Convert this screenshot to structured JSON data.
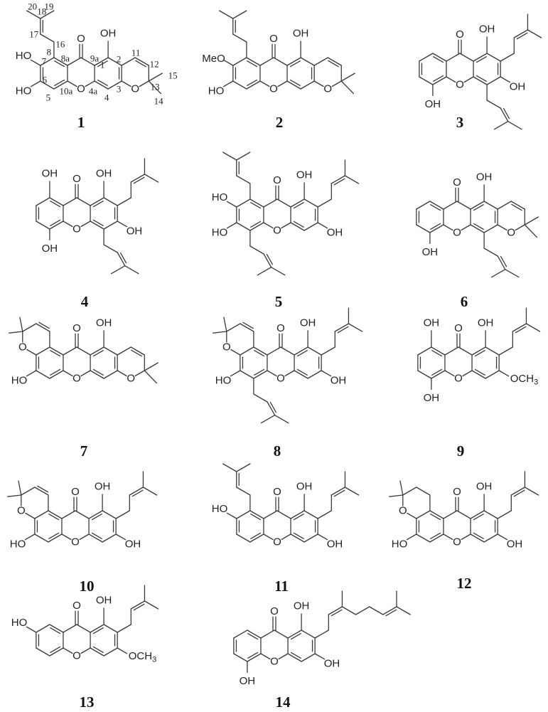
{
  "figure": {
    "type": "chemical-structures",
    "description": "Prenylated xanthones, compounds 1-14",
    "compounds": [
      {
        "id": "1",
        "label": "1",
        "substituents": {
          "1": "OH",
          "6": "OH",
          "7": "OH",
          "8": "prenyl",
          "2,3": "2,2-dimethylpyran (C11-C15)"
        },
        "atom_numbers": [
          "1",
          "2",
          "3",
          "4",
          "4a",
          "5",
          "6",
          "7",
          "8",
          "8a",
          "9a",
          "10a",
          "11",
          "12",
          "13",
          "14",
          "15",
          "16",
          "17",
          "18",
          "19",
          "20"
        ],
        "text_labels": [
          "HO",
          "HO",
          "OH",
          "O",
          "O",
          "O"
        ]
      },
      {
        "id": "2",
        "label": "2",
        "substituents": {
          "1": "OH",
          "6": "OH",
          "7": "MeO",
          "8": "prenyl",
          "2,3": "2,2-dimethylpyran"
        },
        "text_labels": [
          "MeO",
          "HO",
          "OH",
          "O",
          "O",
          "O"
        ]
      },
      {
        "id": "3",
        "label": "3",
        "substituents": {
          "1": "OH",
          "2": "prenyl",
          "3": "OH",
          "4": "prenyl",
          "5": "OH"
        },
        "text_labels": [
          "OH",
          "OH",
          "OH",
          "O",
          "O"
        ]
      },
      {
        "id": "4",
        "label": "4",
        "substituents": {
          "1": "OH",
          "2": "prenyl",
          "3": "OH",
          "4": "prenyl",
          "5": "OH",
          "8": "OH"
        },
        "text_labels": [
          "OH",
          "OH",
          "OH",
          "OH",
          "O",
          "O"
        ]
      },
      {
        "id": "5",
        "label": "5",
        "substituents": {
          "1": "OH",
          "2": "prenyl",
          "3": "OH",
          "5": "prenyl",
          "6": "OH",
          "7": "OH",
          "8": "prenyl"
        },
        "text_labels": [
          "HO",
          "HO",
          "OH",
          "OH",
          "O",
          "O"
        ]
      },
      {
        "id": "6",
        "label": "6",
        "substituents": {
          "1": "OH",
          "5": "OH",
          "4": "prenyl",
          "2,3": "2,2-dimethylpyran"
        },
        "text_labels": [
          "OH",
          "OH",
          "O",
          "O",
          "O"
        ]
      },
      {
        "id": "7",
        "label": "7",
        "substituents": {
          "1": "OH",
          "6": "OH",
          "2,3": "2,2-dimethylpyran",
          "7,8": "2,2-dimethylpyran"
        },
        "text_labels": [
          "HO",
          "OH",
          "O",
          "O",
          "O",
          "O"
        ]
      },
      {
        "id": "8",
        "label": "8",
        "substituents": {
          "1": "OH",
          "2": "prenyl",
          "3": "OH",
          "5": "prenyl",
          "6": "OH",
          "7,8": "2,2-dimethylpyran"
        },
        "text_labels": [
          "HO",
          "OH",
          "OH",
          "O",
          "O",
          "O"
        ]
      },
      {
        "id": "9",
        "label": "9",
        "substituents": {
          "1": "OH",
          "2": "prenyl",
          "3": "OCH3",
          "5": "OH",
          "8": "OH"
        },
        "text_labels": [
          "OH",
          "OH",
          "OH",
          "OCH3",
          "O",
          "O"
        ]
      },
      {
        "id": "10",
        "label": "10",
        "substituents": {
          "1": "OH",
          "2": "prenyl",
          "3": "OH",
          "6": "OH",
          "7,8": "2,2-dimethylpyran"
        },
        "text_labels": [
          "HO",
          "OH",
          "OH",
          "O",
          "O",
          "O"
        ]
      },
      {
        "id": "11",
        "label": "11",
        "substituents": {
          "1": "OH",
          "2": "prenyl",
          "3": "OH",
          "7": "OH",
          "8": "prenyl"
        },
        "text_labels": [
          "HO",
          "OH",
          "OH",
          "O",
          "O"
        ]
      },
      {
        "id": "12",
        "label": "12",
        "substituents": {
          "1": "OH",
          "2": "prenyl",
          "3": "OH",
          "6": "OH",
          "7,8": "2,2-dimethyldihydropyran"
        },
        "text_labels": [
          "HO",
          "OH",
          "OH",
          "O",
          "O",
          "O"
        ]
      },
      {
        "id": "13",
        "label": "13",
        "substituents": {
          "1": "OH",
          "2": "prenyl",
          "3": "OCH3",
          "7": "OH"
        },
        "text_labels": [
          "HO",
          "OH",
          "OCH3",
          "O",
          "O"
        ]
      },
      {
        "id": "14",
        "label": "14",
        "substituents": {
          "1": "OH",
          "2": "geranyl",
          "3": "OH",
          "5": "OH"
        },
        "text_labels": [
          "OH",
          "OH",
          "OH",
          "O",
          "O"
        ]
      }
    ]
  },
  "labels": {
    "c1": "1",
    "c2": "2",
    "c3": "3",
    "c4": "4",
    "c5": "5",
    "c6": "6",
    "c7": "7",
    "c8": "8",
    "c9": "9",
    "c10": "10",
    "c11": "11",
    "c12": "12",
    "c13": "13",
    "c14": "14"
  },
  "atoms": {
    "OH": "OH",
    "HO": "HO",
    "O": "O",
    "MeO": "MeO",
    "OCH3": "OCH",
    "sub3": "3"
  },
  "numbering": {
    "n1": "1",
    "n2": "2",
    "n3": "3",
    "n4": "4",
    "n4a": "4a",
    "n5": "5",
    "n6": "6",
    "n7": "7",
    "n8": "8",
    "n8a": "8a",
    "n9a": "9a",
    "n10a": "10a",
    "n11": "11",
    "n12": "12",
    "n13": "13",
    "n14": "14",
    "n15": "15",
    "n16": "16",
    "n17": "17",
    "n18": "18",
    "n19": "19",
    "n20": "20"
  }
}
